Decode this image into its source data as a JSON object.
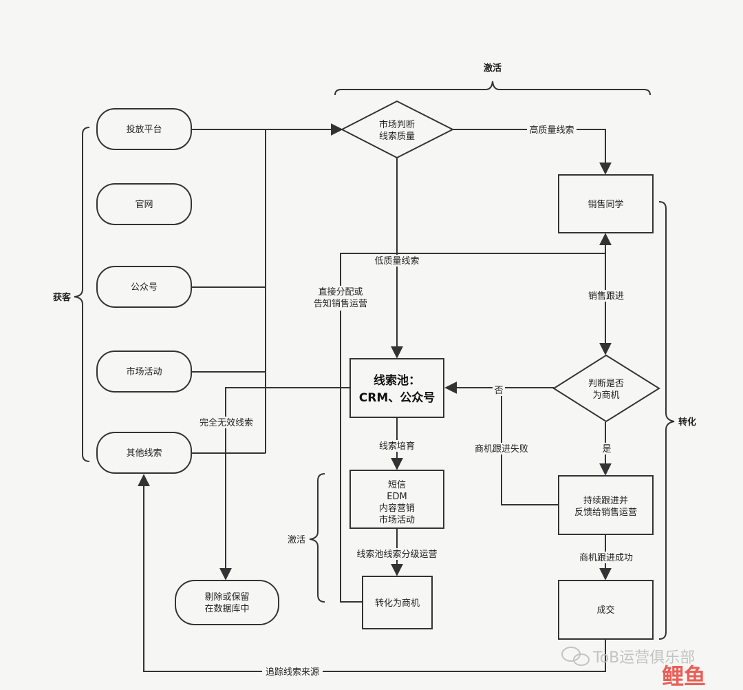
{
  "sections": {
    "activate_top": "激活",
    "acquire": "获客",
    "convert": "转化",
    "activate_side": "激活"
  },
  "nodes": {
    "toufang": "投放平台",
    "guanwang": "官网",
    "gongzhonghao": "公众号",
    "shichanghuodong": "市场活动",
    "qitaxiansuo": "其他线索",
    "diamond_market": [
      "市场判断",
      "线索质量"
    ],
    "sales": "销售同学",
    "leadpool": [
      "线索池：",
      "CRM、公众号"
    ],
    "diamond_opportunity": [
      "判断是否",
      "为商机"
    ],
    "nurture_box": [
      "短信",
      "EDM",
      "内容营销",
      "市场活动"
    ],
    "followup": [
      "持续跟进并",
      "反馈给销售运营"
    ],
    "deal": "成交",
    "convert_opp": "转化为商机",
    "remove": [
      "剔除或保留",
      "在数据库中"
    ]
  },
  "edge_labels": {
    "high_quality": "高质量线索",
    "low_quality": "低质量线索",
    "direct_assign": [
      "直接分配或",
      "告知销售运营"
    ],
    "sales_follow": "销售跟进",
    "no": "否",
    "yes": "是",
    "opp_fail": "商机跟进失败",
    "invalid": "完全无效线索",
    "nurture": "线索培育",
    "graded_ops": "线索池线索分级运营",
    "opp_success": "商机跟进成功",
    "trace_source": "追踪线索来源"
  },
  "watermark": {
    "text": "ToB运营俱乐部",
    "brand": "鲤鱼"
  },
  "colors": {
    "stroke": "#333333",
    "background": "#f6f6f4",
    "brand_red": "#e8453c",
    "brand_green": "#3aa655",
    "brand_blue": "#4a7fd4"
  }
}
